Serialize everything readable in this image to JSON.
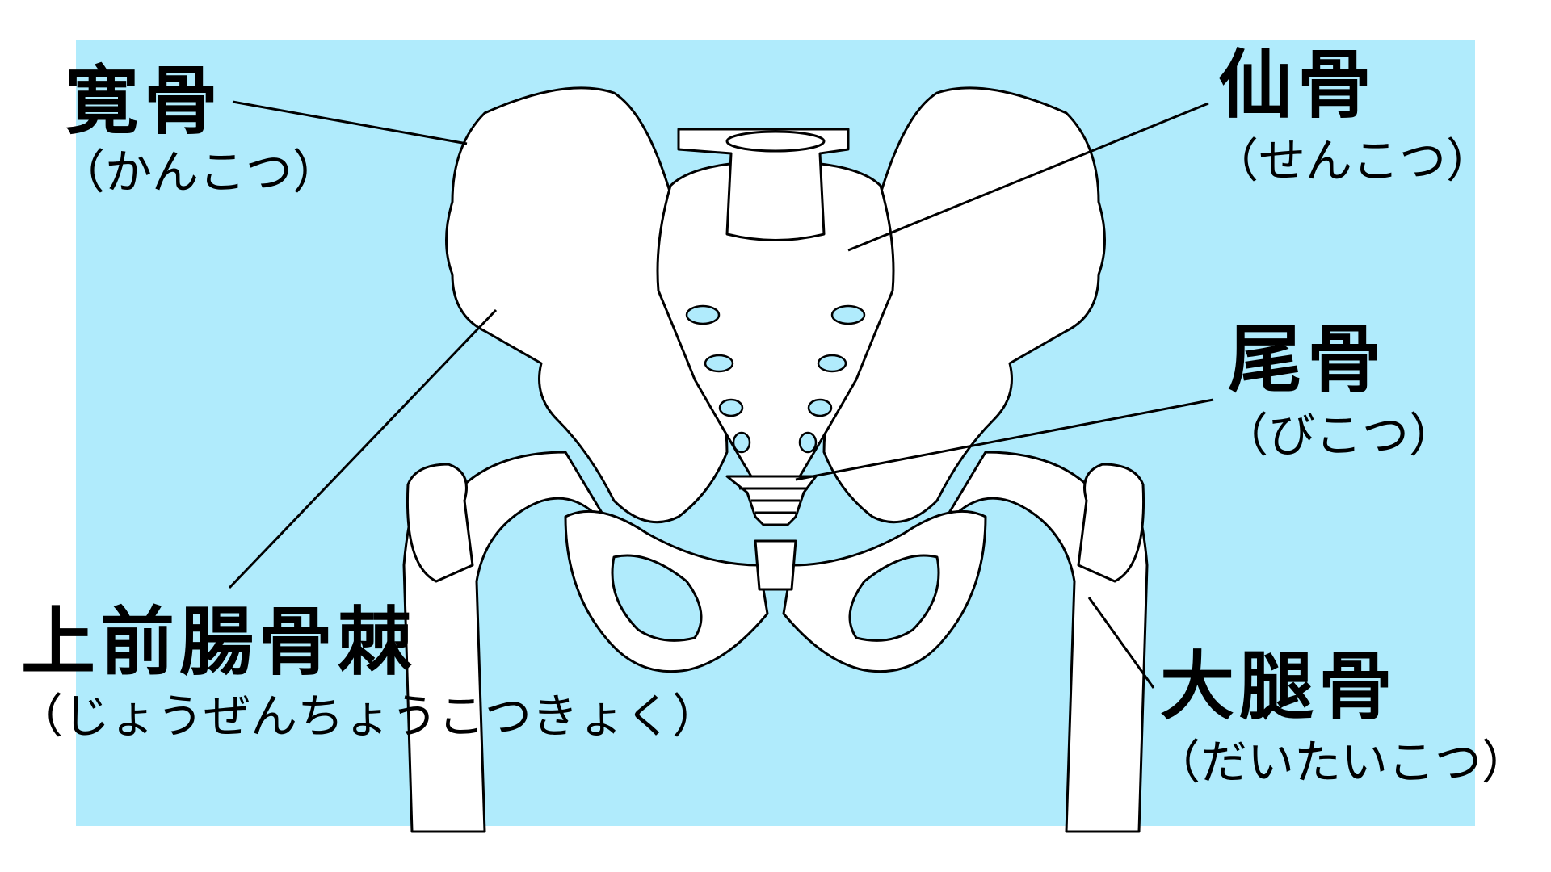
{
  "diagram": {
    "title": "骨盤の骨 (pelvis anatomy)",
    "background_color": "#b0ebfc",
    "bone_fill": "#ffffff",
    "line_color": "#000000"
  },
  "labels": {
    "ilium": {
      "kanji": "寛骨",
      "reading": "（かんこつ）"
    },
    "sacrum": {
      "kanji": "仙骨",
      "reading": "（せんこつ）"
    },
    "coccyx": {
      "kanji": "尾骨",
      "reading": "（びこつ）"
    },
    "asis": {
      "kanji": "上前腸骨棘",
      "reading": "（じょうぜんちょうこつきょく）"
    },
    "femur": {
      "kanji": "大腿骨",
      "reading": "（だいたいこつ）"
    }
  }
}
